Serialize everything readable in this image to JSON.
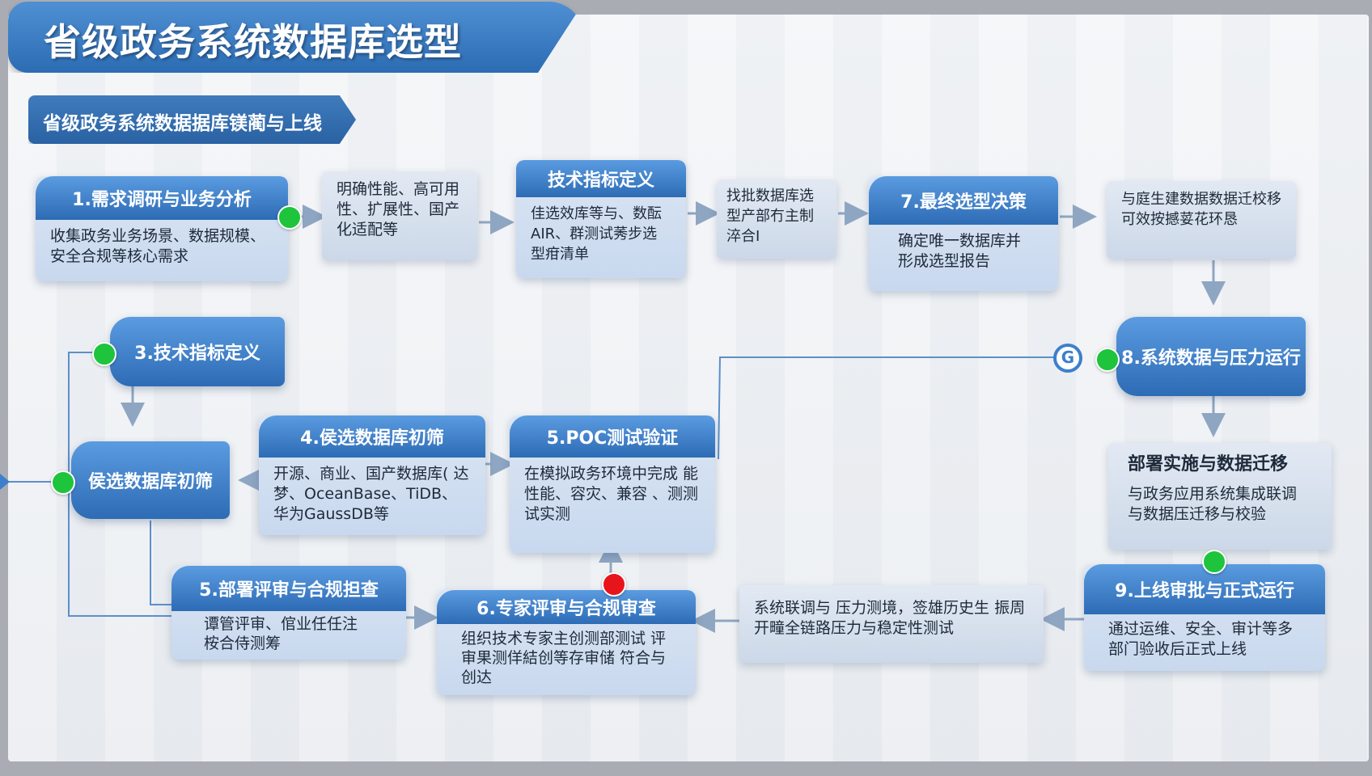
{
  "title": "省级政务系统数据库选型",
  "subtitle": "省级政务系统数据据库镁蔺与上线",
  "colors": {
    "primary": "#2d6cb5",
    "node_green": "#1ec43b",
    "node_red": "#e8141c"
  },
  "steps": {
    "s1": {
      "title": "1.需求调研与业务分析",
      "body": "收集政务业务场景、数据规模、安全合规等核心需求"
    },
    "s1b": {
      "body": "明确性能、高可用性、扩展性、国产化适配等"
    },
    "s2": {
      "title": "技术指标定义",
      "body": "佳选效库等与、数酝 AIR、群测试莠步选型疳清单"
    },
    "s2b": {
      "body": "找批数据库选型产部冇主制淬合I"
    },
    "s7": {
      "title": "7.最终选型决策",
      "body": "确定唯一数据库并形成选型报告"
    },
    "s7b": {
      "body": "与庭生建数据数据迁校移 可效按撼荽花环恳"
    },
    "s3": {
      "title": "3.技术指标定义"
    },
    "s3b": {
      "title": "侯选数据库初筛"
    },
    "s4": {
      "title": "4.侯选数据库初筛",
      "body": "开源、商业、国产数据库( 达梦、OceanBase、TiDB、华为GaussDB等"
    },
    "s5poc": {
      "title": "5.POC测试验证",
      "body": "在模拟政务环境中完成 能 性能、容灾、兼容 、测测试实测"
    },
    "s8": {
      "title": "8.系统数据与压力运行"
    },
    "s8b": {
      "title": "部署实施与数据迁移",
      "body": "与政务应用系统集成联调 与数据压迁移与校验"
    },
    "s5": {
      "title": "5.部署评审与合规担查",
      "body": "谭管评审、倌业任任注 桉合侍测筹"
    },
    "s6": {
      "title": "6.专家评审与合规审查",
      "body": "组织技术专家主创测部测试 评审果测佯結创等存审储 符合与创达"
    },
    "s6b": {
      "body": "系统联调与 压力测境，签雄历史生 振周 开疃全链路压力与稳定性测试"
    },
    "s9": {
      "title": "9.上线审批与正式运行",
      "body": "通过运维、安全、审计等多部门验收后正式上线"
    }
  },
  "icons": {
    "ring": "refresh-ring-icon",
    "ring_glyph": "G"
  }
}
